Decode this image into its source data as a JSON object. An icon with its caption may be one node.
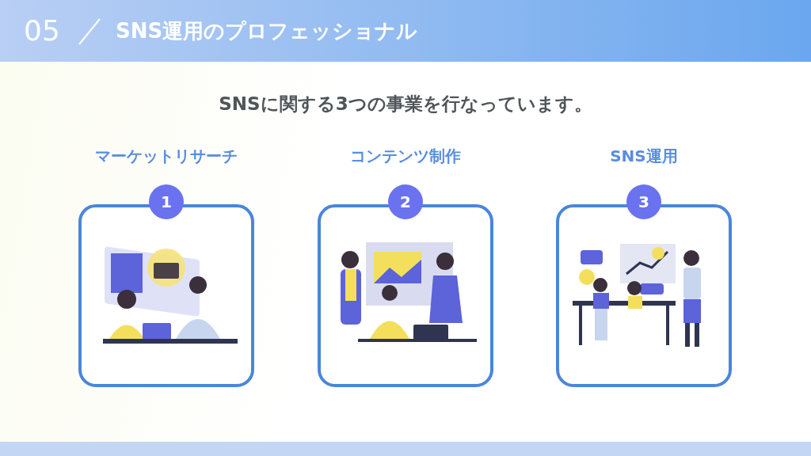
{
  "diagram": {
    "title": "SNS運用のプロフェッショナル",
    "nodes": [
      {
        "text": [
          "マーケットリサーチ"
        ]
      },
      {
        "text": [
          "1"
        ]
      },
      {
        "text": [
          "コンテンツ制作"
        ]
      },
      {
        "text": [
          "2"
        ]
      },
      {
        "text": [
          "SNS運用"
        ]
      },
      {
        "text": [
          "3"
        ]
      }
    ],
    "labels": [
      "05",
      "SNSに関する3つの事業を行なっています。"
    ]
  }
}
